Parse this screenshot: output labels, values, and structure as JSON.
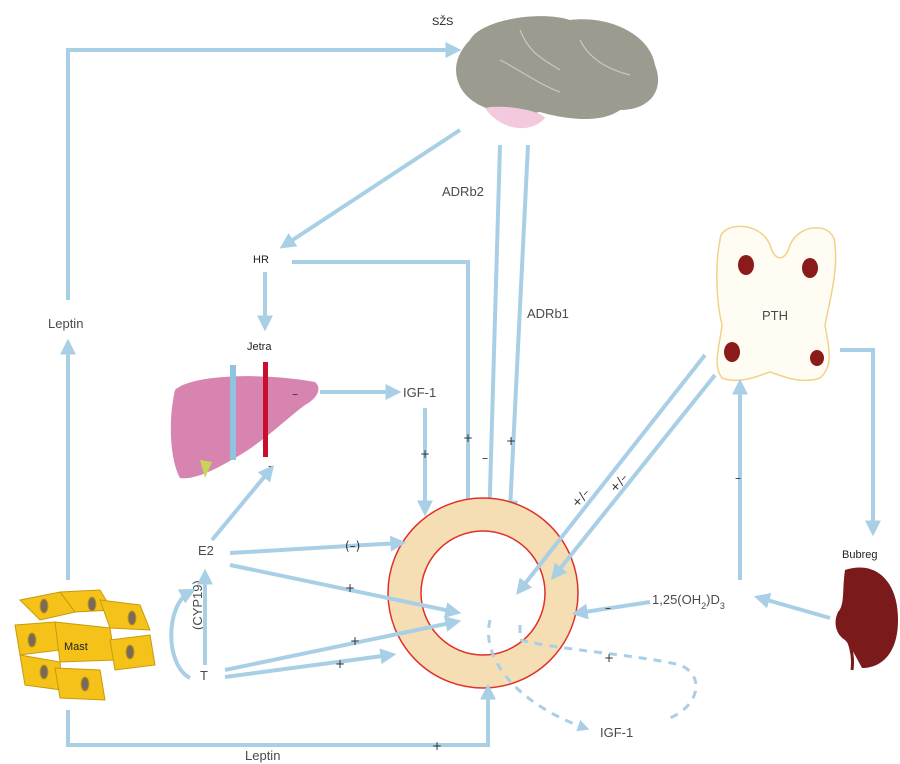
{
  "labels": {
    "szs": "SŽS",
    "hr": "HR",
    "jetra": "Jetra",
    "igf1_top": "IGF-1",
    "adrb2": "ADRb2",
    "adrb1": "ADRb1",
    "pth": "PTH",
    "leptin_left": "Leptin",
    "leptin_bottom": "Leptin",
    "e2": "E2",
    "t": "T",
    "cyp19": "(CYP19)",
    "mast": "Mast",
    "bubreg": "Bubreg",
    "vitd_main": "1,25(OH",
    "vitd_sub1": "2",
    "vitd_mid": ")D",
    "vitd_sub2": "3",
    "igf1_bottom": "IGF-1"
  },
  "signs": {
    "liver_out": "–",
    "liver_in": "–",
    "igf_bone": "+",
    "hr_bone": "+",
    "adrb2_bone": "–",
    "adrb1_bone": "+",
    "e2_bone_inhib": "(–)",
    "e2_bone": "+",
    "t_bone_a": "+",
    "t_bone_b": "+",
    "pth_bone_a": "+/–",
    "pth_bone_b": "+/–",
    "kidney_pth": "–",
    "vitd_bone": "–",
    "igf_loop": "+",
    "leptin_bone": "+"
  },
  "colors": {
    "arrow": "#a9cfe6",
    "bone_fill": "#f5deb3",
    "bone_edge": "#e0302a",
    "brain": "#9b9c8f",
    "brain_stem": "#f2c9dd",
    "liver": "#d784b0",
    "kidney": "#7a1a1a",
    "fat": "#f5c21a",
    "pth_dots": "#8b1a1a"
  }
}
